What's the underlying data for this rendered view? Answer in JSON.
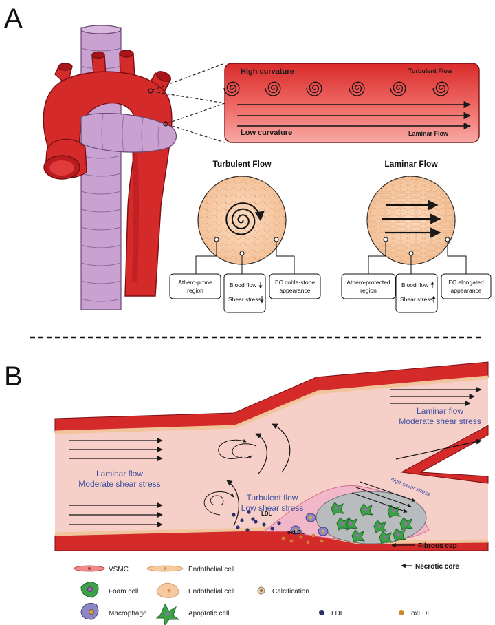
{
  "panel_a": {
    "letter": "A",
    "inset": {
      "high_curvature": "High curvature",
      "turbulent_flow": "Turbulent Flow",
      "low_curvature": "Low curvature",
      "laminar_flow": "Laminar Flow"
    },
    "turbulent_circle": {
      "title": "Turbulent Flow",
      "box_left": [
        "Athero-prone",
        "region"
      ],
      "box_mid": [
        "Blood flow",
        "Shear stress"
      ],
      "box_right": [
        "EC coble-stone",
        "appearance"
      ]
    },
    "laminar_circle": {
      "title": "Laminar Flow",
      "box_left": [
        "Athero-protected",
        "region"
      ],
      "box_mid": [
        "Blood flow",
        "Shear stress"
      ],
      "box_right": [
        "EC elongated",
        "appearance"
      ]
    }
  },
  "panel_b": {
    "letter": "B",
    "labels": {
      "laminar_left_1": "Laminar flow",
      "laminar_left_2": "Moderate shear stress",
      "turbulent_1": "Turbulent flow",
      "turbulent_2": "Low shear stress",
      "laminar_right_1": "Laminar flow",
      "laminar_right_2": "Moderate shear stress",
      "high_shear": "high shear stress",
      "ldl": "LDL",
      "oxldl": "oxLDL",
      "fibrous_cap": "Fibrous cap",
      "necrotic_core": "Necrotic core"
    },
    "legend": {
      "vsmc": "VSMC",
      "endothelial_1": "Endothelial cell",
      "foam": "Foam cell",
      "endothelial_2": "Endothelial cell",
      "calcification": "Calcification",
      "macrophage": "Macrophage",
      "apoptotic": "Apoptotic cell",
      "ldl": "LDL",
      "oxldl": "oxLDL"
    }
  },
  "colors": {
    "vessel_red": "#d42a2a",
    "dark_red": "#a8151a",
    "lumen_pink": "#f6cfc8",
    "trachea_purple": "#c7a0cf",
    "foam_green": "#3ea14a",
    "text_blue": "#3b4fa0",
    "ldl_navy": "#2a2f6e",
    "oxldl_orange": "#c98a2c"
  }
}
